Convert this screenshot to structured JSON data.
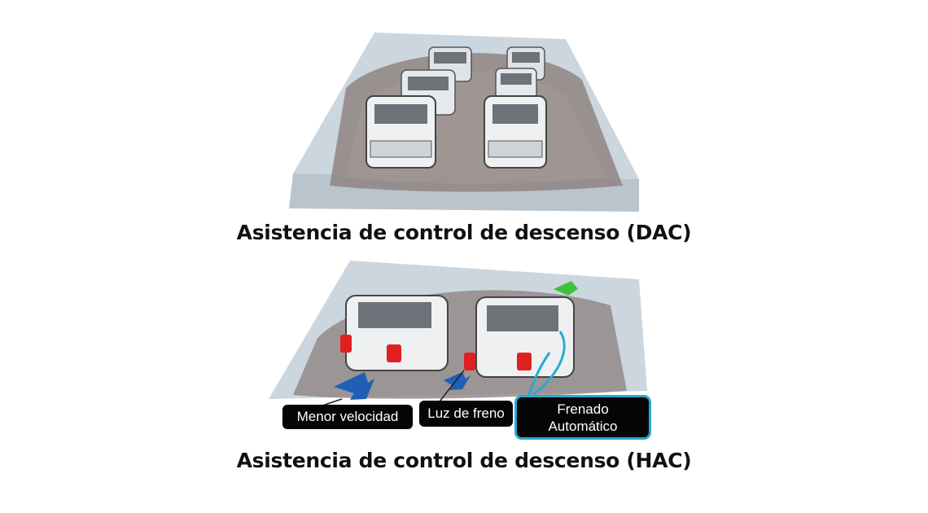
{
  "dac": {
    "caption": "Asistencia de control de descenso (DAC)"
  },
  "hac": {
    "caption": "Asistencia de control de descenso (HAC)",
    "labels": {
      "speed": "Menor velocidad",
      "brake_light": "Luz de freno",
      "auto_brake_line1": "Frenado",
      "auto_brake_line2": "Automático"
    }
  },
  "colors": {
    "slope": "#ccd6de",
    "gravel": "#8f8582",
    "vehicle": "#eef0f1",
    "brake_light": "#e02020",
    "arrow_blue": "#1f5fb5",
    "arrow_green": "#3cc23c",
    "highlight": "#29a9d4"
  }
}
